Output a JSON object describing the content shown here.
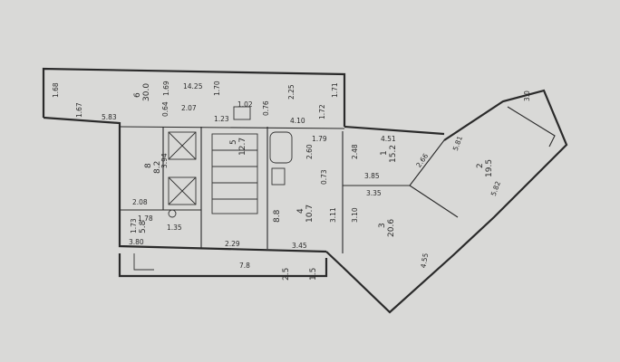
{
  "colors": {
    "paper": "#d9d9d7",
    "ink": "#2a2a2a"
  },
  "dims": {
    "d1_68": "1.68",
    "d1_67": "1.67",
    "d5_83": "5.83",
    "d0_64": "0.64",
    "d1_69": "1.69",
    "d14_25": "14.25",
    "d1_70": "1.70",
    "d2_25": "2.25",
    "d1_71": "1.71",
    "d2_07": "2.07",
    "d1_02": "1.02",
    "d0_76": "0.76",
    "d1_23": "1.23",
    "d4_10": "4.10",
    "d1_72": "1.72",
    "d4_51": "4.51",
    "d1_79": "1.79",
    "d3_94": "3.94",
    "d2_60": "2.60",
    "d2_48": "2.48",
    "d2_66": "2.66",
    "d5_81": "5.81",
    "d3_0": "3.0",
    "d3_85": "3.85",
    "d3_35": "3.35",
    "d5_82": "5.82",
    "d0_73": "0.73",
    "d2_08": "2.08",
    "d1_35": "1.35",
    "d1_73": "1.73",
    "d1_78": "1.78",
    "d3_80": "3.80",
    "d2_29": "2.29",
    "d3_45": "3.45",
    "d3_11": "3.11",
    "d3_10": "3.10",
    "d7_8": "7.8",
    "d4_55": "4.55"
  },
  "rooms": {
    "loggia_area": "30.0",
    "loggia_num": "6",
    "elevator_area": "8.2",
    "elevator_num": "8",
    "stair_area": "12.7",
    "stair_num": "5",
    "kitchen_area": "10.7",
    "kitchen_num": "4",
    "room1_area": "15.2",
    "room1_num": "1",
    "room2_area": "19.5",
    "room2_num": "2",
    "room3_area": "20.6",
    "room3_num": "3",
    "hall_area": "8.8",
    "corridor_area": "2.5",
    "small_area": "1.5",
    "bottom_left_area": "5.8"
  }
}
